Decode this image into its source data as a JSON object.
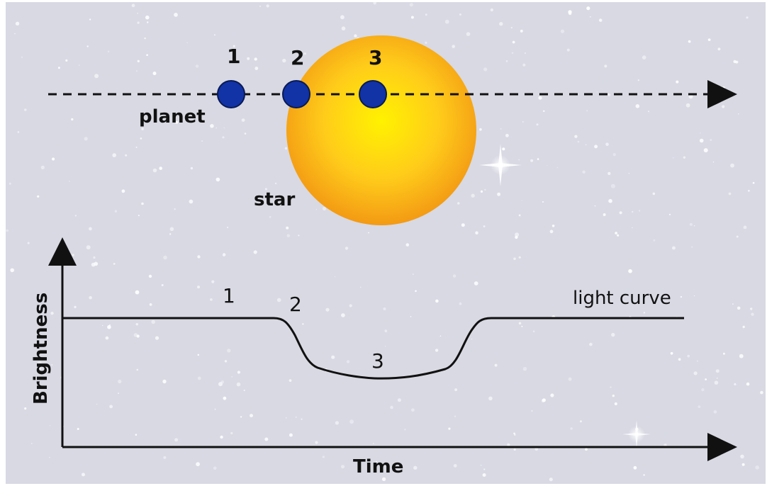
{
  "diagram": {
    "labels": {
      "planet": "planet",
      "star": "star",
      "light_curve": "light curve",
      "x_axis": "Time",
      "y_axis": "Brightness"
    },
    "planet_positions": [
      {
        "label": "1"
      },
      {
        "label": "2"
      },
      {
        "label": "3"
      }
    ],
    "curve_points": [
      {
        "label": "1"
      },
      {
        "label": "2"
      },
      {
        "label": "3"
      }
    ],
    "colors": {
      "background": "#d8d9e3",
      "planet": "#1233a6",
      "star_core": "#ffe600",
      "star_edge": "#f09a10",
      "line": "#111111"
    }
  }
}
